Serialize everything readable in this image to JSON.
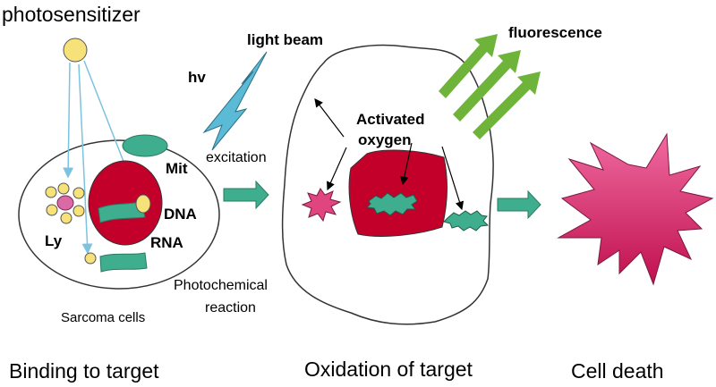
{
  "labels": {
    "photosensitizer": "photosensitizer",
    "light_beam": "light beam",
    "hv": "hv",
    "fluorescence": "fluorescence",
    "excitation": "excitation",
    "activated_oxygen_line1": "Activated",
    "activated_oxygen_line2": "oxygen",
    "mit": "Mit",
    "dna": "DNA",
    "rna": "RNA",
    "ly": "Ly",
    "photochemical_line1": "Photochemical",
    "photochemical_line2": "reaction",
    "sarcoma_cells": "Sarcoma cells"
  },
  "stages": {
    "binding": "Binding to target",
    "oxidation": "Oxidation of target",
    "death": "Cell death"
  },
  "colors": {
    "photosensitizer": "#f7e27a",
    "nucleus": "#c3002a",
    "organelle": "#3fae8e",
    "lysosome": "#d96aa6",
    "lightning": "#5bbad6",
    "fluorescence": "#6fb43a",
    "star": "#e0457f",
    "process_arrow": "#3fae8e",
    "uptake_arrow": "#7cc3e0"
  }
}
